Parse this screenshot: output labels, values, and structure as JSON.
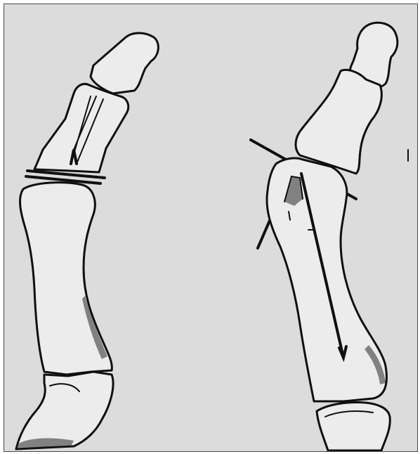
{
  "figure": {
    "colors": {
      "paper": "#dcdcdc",
      "ink": "#101010",
      "bone_fill": "#ececec",
      "frame": "#4a4a4a"
    },
    "panels": [
      {
        "name": "left-toe-diagram",
        "icon": "phalanx-wedge-osteotomy-drawing"
      },
      {
        "name": "right-toe-diagram",
        "icon": "metatarsal-head-osteotomy-drawing"
      }
    ]
  }
}
